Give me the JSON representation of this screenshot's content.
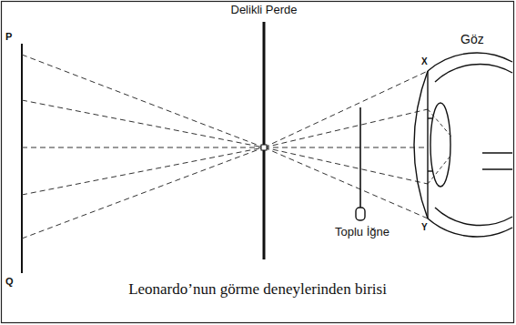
{
  "diagram": {
    "caption": "Leonardo’nun görme deneylerinden birisi",
    "labels": [
      "Delikli Perde",
      "P",
      "Q",
      "Toplu İğne",
      "X",
      "Göz",
      "Y"
    ]
  }
}
